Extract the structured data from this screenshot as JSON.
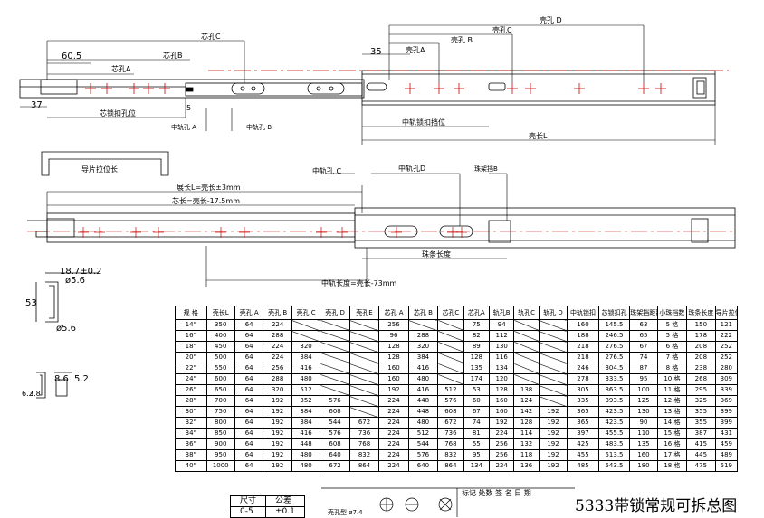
{
  "labels": {
    "core_hole_c": "芯孔C",
    "core_hole_b": "芯孔B",
    "core_hole_a": "芯孔A",
    "dim_60_5": "60.5",
    "dim_37": "37",
    "dim_5": "5",
    "dim_35": "35",
    "core_lock_pos": "芯锁扣孔位",
    "mid_rail_hole_a": "中轨孔 A",
    "mid_rail_hole_b": "中轨孔 B",
    "shell_hole_d": "壳孔 D",
    "shell_hole_c": "壳孔C",
    "shell_hole_b": "壳孔 B",
    "shell_hole_a": "壳孔A",
    "mid_rail_lock_stop": "中轨锁扣挡位",
    "shell_length": "壳长L",
    "guide_pull_len": "导片拉位长",
    "mid_rail_hole_c": "中轨孔 C",
    "mid_rail_hole_d": "中轨孔D",
    "bead_stop_b": "珠架挡B",
    "extended_len": "展长L=壳长±3mm",
    "core_len": "芯长=壳长-17.5mm",
    "bead_strip_len": "珠条长度",
    "mid_rail_len": "中轨长度=壳长-73mm",
    "dim_18_7": "18.7±0.2",
    "dim_phi56_top": "ø5.6",
    "dim_53": "53",
    "dim_phi56_bot": "ø5.6",
    "dim_8_6": "8.6",
    "dim_5_2": "5.2",
    "dim_6_2": "6.2",
    "dim_3_8": "3.8"
  },
  "table": {
    "headers": [
      "规 格",
      "壳长L",
      "壳孔 A",
      "壳孔 B",
      "壳孔 C",
      "壳孔 D",
      "壳孔E",
      "芯孔 A",
      "芯孔 B",
      "芯孔C",
      "芯孔A",
      "轨孔B",
      "轨孔C",
      "轨孔 D",
      "中轨锁扣",
      "芯锁扣孔",
      "珠架挡距离",
      "小珠挡数",
      "珠条长度",
      "导片拉位"
    ],
    "rows": [
      [
        "14\"",
        "350",
        "64",
        "224",
        "",
        "",
        "",
        "256",
        "",
        "",
        "75",
        "94",
        "",
        "",
        "160",
        "145.5",
        "63",
        "5 格",
        "150",
        "121"
      ],
      [
        "16\"",
        "400",
        "64",
        "288",
        "",
        "",
        "",
        "96",
        "288",
        "",
        "82",
        "112",
        "",
        "",
        "188",
        "246.5",
        "65",
        "5 格",
        "178",
        "222"
      ],
      [
        "18\"",
        "450",
        "64",
        "224",
        "320",
        "",
        "",
        "128",
        "320",
        "",
        "89",
        "130",
        "",
        "",
        "218",
        "276.5",
        "67",
        "6 格",
        "208",
        "252"
      ],
      [
        "20\"",
        "500",
        "64",
        "224",
        "384",
        "",
        "",
        "128",
        "384",
        "",
        "128",
        "116",
        "",
        "",
        "218",
        "276.5",
        "74",
        "7 格",
        "208",
        "252"
      ],
      [
        "22\"",
        "550",
        "64",
        "256",
        "416",
        "",
        "",
        "160",
        "416",
        "",
        "135",
        "134",
        "",
        "",
        "246",
        "304.5",
        "87",
        "8 格",
        "238",
        "280"
      ],
      [
        "24\"",
        "600",
        "64",
        "288",
        "480",
        "",
        "",
        "160",
        "480",
        "",
        "174",
        "120",
        "",
        "",
        "278",
        "333.5",
        "95",
        "10 格",
        "268",
        "309"
      ],
      [
        "26\"",
        "650",
        "64",
        "320",
        "512",
        "",
        "",
        "192",
        "416",
        "512",
        "53",
        "128",
        "138",
        "",
        "305",
        "363.5",
        "100",
        "11 格",
        "295",
        "339"
      ],
      [
        "28\"",
        "700",
        "64",
        "192",
        "352",
        "576",
        "",
        "224",
        "448",
        "576",
        "60",
        "160",
        "124",
        "",
        "335",
        "393.5",
        "125",
        "12 格",
        "325",
        "369"
      ],
      [
        "30\"",
        "750",
        "64",
        "192",
        "384",
        "608",
        "",
        "224",
        "448",
        "608",
        "67",
        "160",
        "142",
        "192",
        "365",
        "423.5",
        "130",
        "13 格",
        "355",
        "399"
      ],
      [
        "32\"",
        "800",
        "64",
        "192",
        "384",
        "544",
        "672",
        "224",
        "480",
        "672",
        "74",
        "192",
        "128",
        "192",
        "365",
        "423.5",
        "90",
        "14 格",
        "355",
        "399"
      ],
      [
        "34\"",
        "850",
        "64",
        "192",
        "416",
        "576",
        "736",
        "224",
        "512",
        "736",
        "81",
        "224",
        "114",
        "192",
        "397",
        "455.5",
        "110",
        "15 格",
        "387",
        "431"
      ],
      [
        "36\"",
        "900",
        "64",
        "192",
        "448",
        "608",
        "768",
        "224",
        "544",
        "768",
        "55",
        "256",
        "132",
        "192",
        "425",
        "483.5",
        "135",
        "16 格",
        "415",
        "459"
      ],
      [
        "38\"",
        "950",
        "64",
        "192",
        "480",
        "640",
        "832",
        "224",
        "576",
        "832",
        "95",
        "256",
        "118",
        "192",
        "455",
        "513.5",
        "160",
        "17 格",
        "445",
        "489"
      ],
      [
        "40\"",
        "1000",
        "64",
        "192",
        "480",
        "672",
        "864",
        "224",
        "640",
        "864",
        "134",
        "224",
        "136",
        "192",
        "485",
        "543.5",
        "180",
        "18 格",
        "475",
        "519"
      ]
    ]
  },
  "tolerance": {
    "h1": "尺寸",
    "h2": "公差",
    "r1": "0-5",
    "r2": "±0.1"
  },
  "title_block": {
    "marks": "标记 处数 签 名 日 期",
    "title": "5333带锁常规可拆总图"
  },
  "footer_note": "壳孔型 ø7.4"
}
